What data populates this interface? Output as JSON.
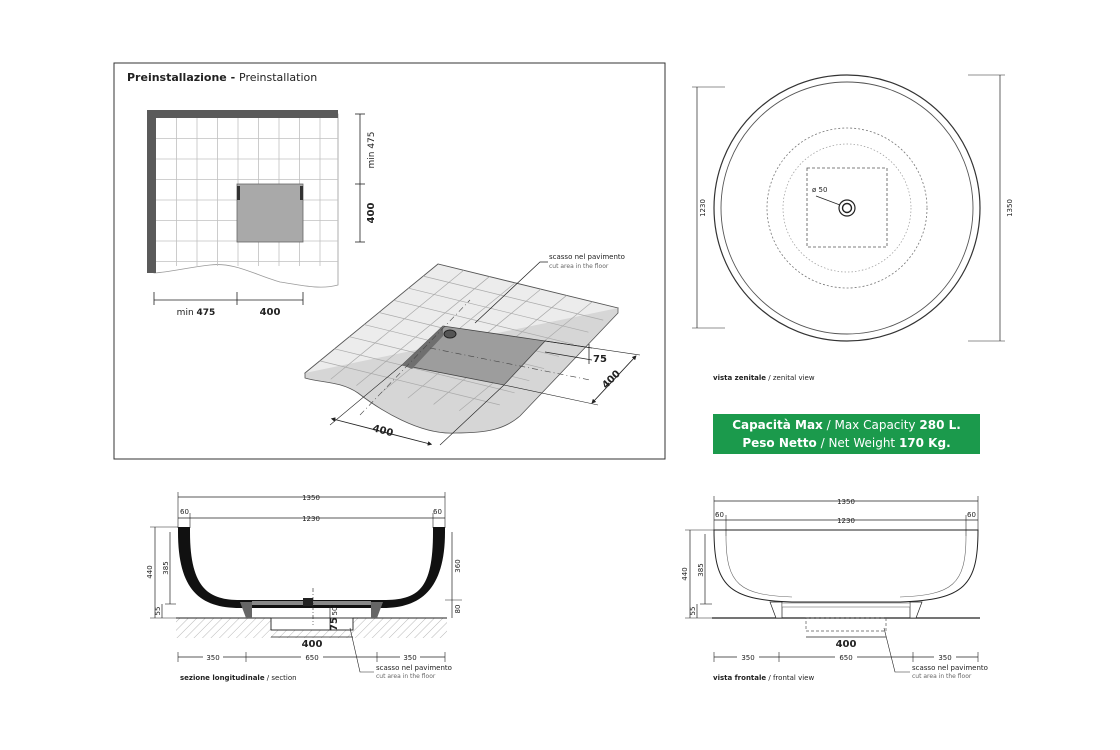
{
  "preinstall": {
    "title_it": "Preinstallazione",
    "title_sep": " - ",
    "title_en": "Preinstallation",
    "dim_min475_v": "min 475",
    "dim_400_v": "400",
    "dim_min475_h_prefix": "min",
    "dim_min475_h_value": "475",
    "dim_400_h": "400",
    "cut_it": "scasso nel pavimento",
    "cut_en": "cut area in the floor",
    "iso_75": "75",
    "iso_400_a": "400",
    "iso_400_b": "400"
  },
  "zenital": {
    "d_outer": "1350",
    "d_inner": "1230",
    "drain": "ø 50",
    "label_it": "vista zenitale",
    "label_sep": " / ",
    "label_en": "zenital view"
  },
  "specs": {
    "capacity_it": "Capacità Max",
    "sep": " / ",
    "capacity_en": "Max Capacity",
    "capacity_value": "280 L.",
    "weight_it": "Peso Netto",
    "weight_en": "Net Weight",
    "weight_value": "170 Kg."
  },
  "section": {
    "w_outer": "1350",
    "w_inner": "1230",
    "rim_l": "60",
    "rim_r": "60",
    "h_440": "440",
    "h_385": "385",
    "h_55": "55",
    "h_360": "360",
    "h_80": "80",
    "h_50": "50",
    "h_75": "75",
    "cut_400": "400",
    "b_350_l": "350",
    "b_650": "650",
    "b_350_r": "350",
    "cut_it": "scasso nel pavimento",
    "cut_en": "cut area in the floor",
    "label_it": "sezione longitudinale",
    "label_sep": " / ",
    "label_en": "section"
  },
  "frontal": {
    "w_outer": "1350",
    "w_inner": "1230",
    "rim_l": "60",
    "rim_r": "60",
    "h_440": "440",
    "h_385": "385",
    "h_55": "55",
    "cut_400": "400",
    "b_350_l": "350",
    "b_650": "650",
    "b_350_r": "350",
    "cut_it": "scasso nel pavimento",
    "cut_en": "cut area in the floor",
    "label_it": "vista frontale",
    "label_sep": " / ",
    "label_en": "frontal view"
  },
  "colors": {
    "accent_green": "#1b9a4c",
    "wall_grey": "#5a5a5a",
    "tile_line": "#b8b8b8",
    "cut_fill": "#a9a9a9"
  }
}
